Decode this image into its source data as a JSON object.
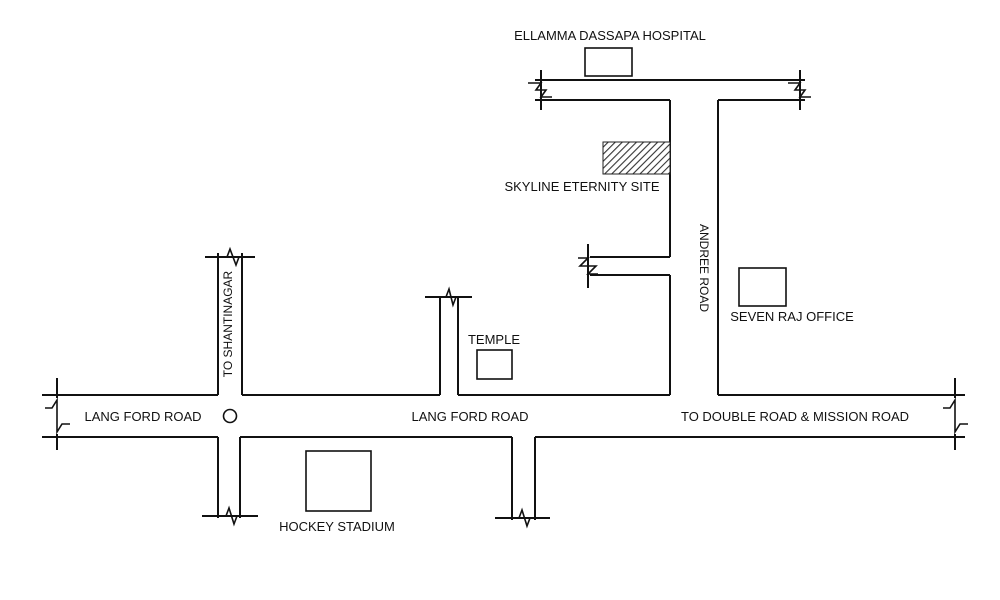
{
  "labels": {
    "hospital": "ELLAMMA DASSAPA HOSPITAL",
    "site": "SKYLINE ETERNITY SITE",
    "andree_road": "ANDREE ROAD",
    "seven_raj": "SEVEN RAJ OFFICE",
    "shantinagar": "TO SHANTINAGAR",
    "temple": "TEMPLE",
    "langford_left": "LANG FORD ROAD",
    "langford_center": "LANG FORD ROAD",
    "double_road": "TO DOUBLE ROAD & MISSION ROAD",
    "hockey_stadium": "HOCKEY STADIUM"
  },
  "colors": {
    "line": "#111111",
    "background": "#ffffff",
    "site_hatch": "#333333"
  },
  "landmarks": [
    {
      "name": "ELLAMMA DASSAPA HOSPITAL",
      "icon": "building-outline"
    },
    {
      "name": "SKYLINE ETERNITY SITE",
      "icon": "hatched-site"
    },
    {
      "name": "SEVEN RAJ OFFICE",
      "icon": "building-outline"
    },
    {
      "name": "TEMPLE",
      "icon": "building-outline"
    },
    {
      "name": "HOCKEY STADIUM",
      "icon": "building-outline"
    },
    {
      "name": "LANG FORD ROAD junction",
      "icon": "circle-marker"
    }
  ]
}
